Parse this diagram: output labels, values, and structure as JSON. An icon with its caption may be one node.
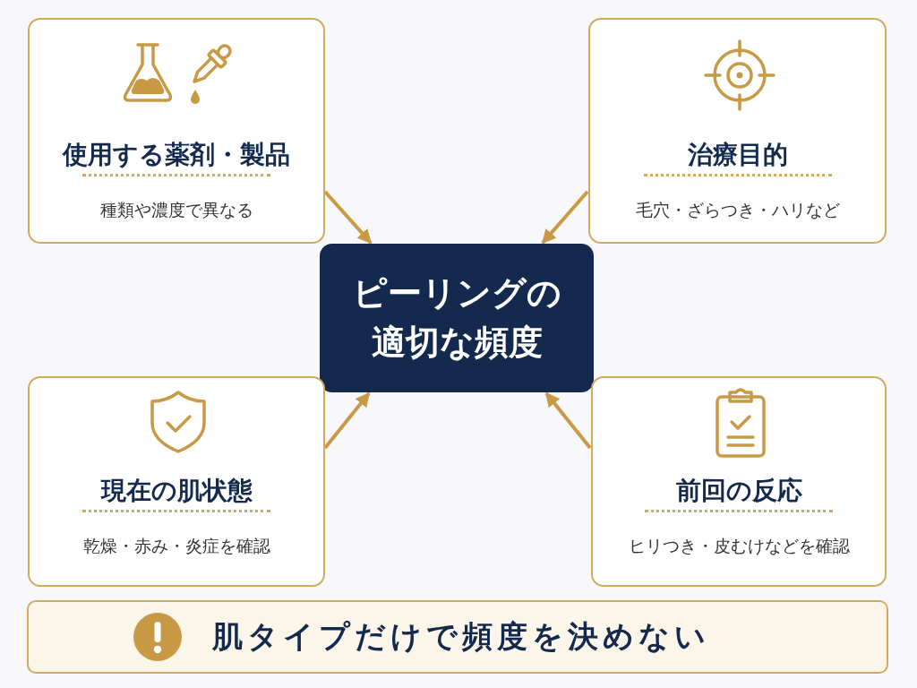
{
  "diagram": {
    "nodes": [
      {
        "text": [
          "ピーリングの適切な頻度"
        ]
      },
      {
        "text": [
          "使用する薬剤・製品",
          "種類や濃度で異なる"
        ]
      },
      {
        "text": [
          "治療目的",
          "毛穴・ざらつき・ハリなど"
        ]
      },
      {
        "text": [
          "現在の肌状態",
          "乾燥・赤み・炎症を確認"
        ]
      },
      {
        "text": [
          "前回の反応",
          "ヒリつき・皮むけなどを確認"
        ]
      },
      {
        "text": [
          "肌タイプだけで頻度を決めない"
        ]
      }
    ],
    "edges": [
      {
        "from": 1,
        "to": 0,
        "arrow": "to"
      },
      {
        "from": 2,
        "to": 0,
        "arrow": "to"
      },
      {
        "from": 3,
        "to": 0,
        "arrow": "to"
      },
      {
        "from": 4,
        "to": 0,
        "arrow": "to"
      }
    ]
  }
}
